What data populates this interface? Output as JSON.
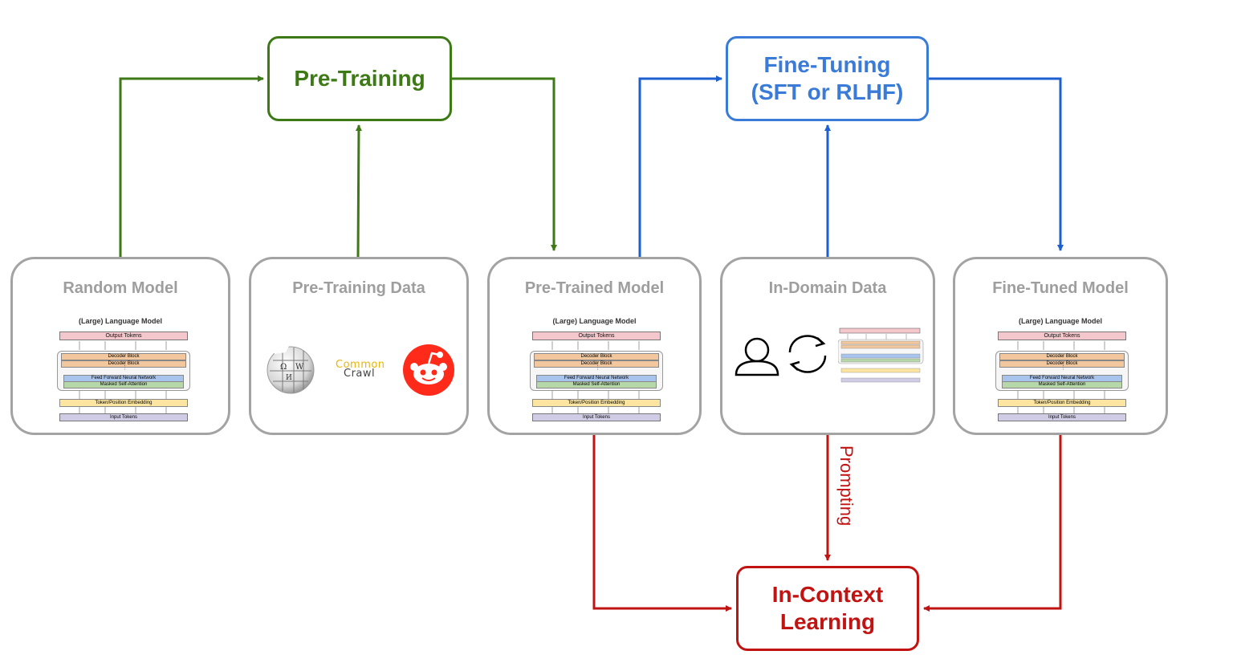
{
  "stages": {
    "pretraining": {
      "label": "Pre-Training",
      "color": "#3d7a16"
    },
    "finetuning": {
      "line1": "Fine-Tuning",
      "line2": "(SFT or RLHF)",
      "color": "#3a7bd8"
    },
    "icl": {
      "line1": "In-Context",
      "line2": "Learning",
      "color": "#c21313"
    }
  },
  "cards": {
    "random_model": {
      "title": "Random Model"
    },
    "pretraining_data": {
      "title": "Pre-Training Data",
      "logos": [
        {
          "name": "wikipedia-logo"
        },
        {
          "name": "common-crawl-logo",
          "line1": "Common",
          "line2": "Crawl"
        },
        {
          "name": "reddit-logo"
        }
      ]
    },
    "pretrained_model": {
      "title": "Pre-Trained Model"
    },
    "in_domain_data": {
      "title": "In-Domain Data",
      "icons": [
        "user-icon",
        "refresh-cycle-icon"
      ]
    },
    "finetuned_model": {
      "title": "Fine-Tuned Model"
    }
  },
  "llm_diagram": {
    "title": "(Large) Language Model",
    "output_tokens": "Output Tokens",
    "decoder_block_1": "Decoder Block",
    "decoder_block_2": "Decoder Block",
    "ffn": "Feed Forward Neural Network",
    "attention": "Masked Self-Attention",
    "embedding": "Token/Position Embedding",
    "input_tokens": "Input Tokens",
    "colors": {
      "output": "#f4c7cc",
      "decoder": "#f2c79d",
      "ffn": "#a9c4ec",
      "attention": "#b6d7a8",
      "embedding": "#fce5a0",
      "input": "#d0cce6"
    }
  },
  "edges": {
    "prompting_label": "Prompting"
  }
}
